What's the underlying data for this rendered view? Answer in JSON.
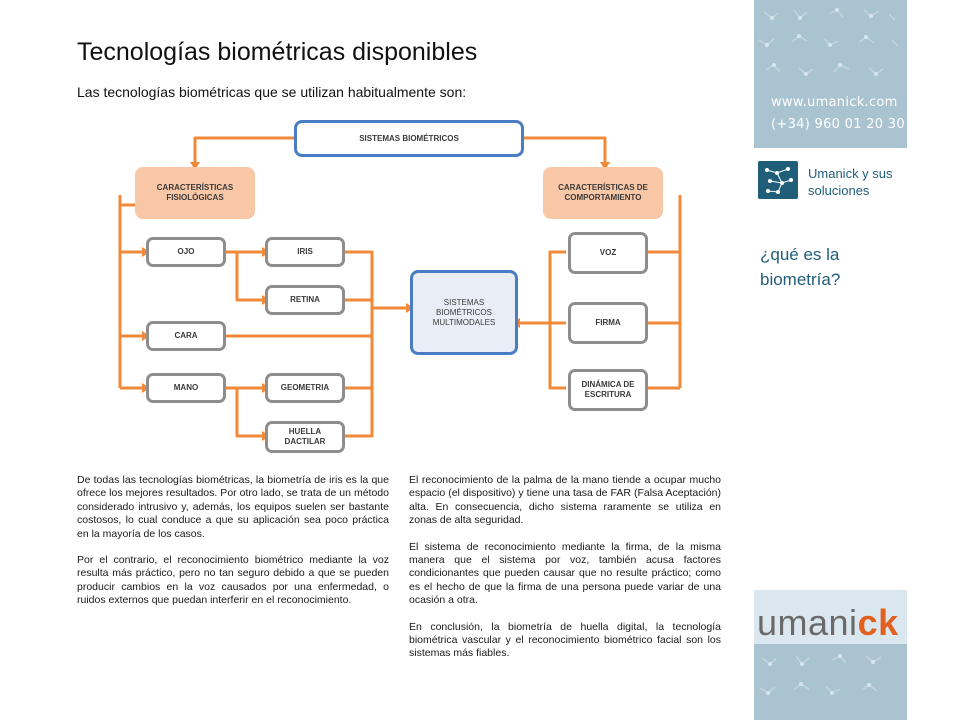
{
  "header": {
    "title": "Tecnologías biométricas disponibles",
    "subtitle": "Las tecnologías biométricas que se utilizan habitualmente son:"
  },
  "diagram": {
    "top": "SISTEMAS BIOMÉTRICOS",
    "left_category": "CARACTERÍSTICAS\nFISIOLÓGICAS",
    "right_category": "CARACTERÍSTICAS DE\nCOMPORTAMIENTO",
    "center": "SISTEMAS\nBIOMÉTRICOS\nMULTIMODALES",
    "ojo": "OJO",
    "iris": "IRIS",
    "retina": "RETINA",
    "cara": "CARA",
    "mano": "MANO",
    "geometria": "GEOMETRIA",
    "huella": "HUELLA\nDACTILAR",
    "voz": "VOZ",
    "firma": "FIRMA",
    "dinamica": "DINÁMICA DE\nESCRITURA"
  },
  "body": {
    "col1": [
      "De todas las tecnologías biométricas, la biometría de iris es la que ofrece los mejores resultados. Por otro lado, se trata de un método considerado intrusivo y, además, los equipos suelen ser bastante costosos, lo cual conduce a que su aplicación sea poco práctica en la mayoría de los casos.",
      "Por el contrario, el reconocimiento biométrico mediante la voz resulta más práctico, pero no tan seguro debido a que se pueden producir  cambios en la voz causados por una enfermedad, o ruidos externos que puedan interferir en el reconocimiento."
    ],
    "col2": [
      "El reconocimiento de la palma de la mano tiende a ocupar mucho espacio (el dispositivo) y tiene una tasa de FAR (Falsa Aceptación) alta. En consecuencia, dicho sistema raramente se utiliza en zonas de alta seguridad.",
      "El sistema de reconocimiento mediante la firma, de la misma manera que el sistema por voz, también acusa factores condicionantes que pueden causar que no resulte práctico; como es el hecho de que la firma de una persona puede variar de una ocasión a otra.",
      "En conclusión, la biometría de huella digital, la tecnología biométrica vascular y el reconocimiento biométrico facial son los sistemas más fiables."
    ]
  },
  "sidebar": {
    "website": "www.umanick.com",
    "phone": "(+34) 960 01 20 30",
    "link": "Umanick y sus soluciones",
    "question": "¿qué es la biometría?",
    "brand_main": "umanick",
    "brand_accent": "ck",
    "brand_base": "umani"
  },
  "colors": {
    "orange": "#f08a3a",
    "blue": "#4a7dc4",
    "gray": "#8e8e8e",
    "teal": "#1f5d79",
    "panel": "#a9c3d1"
  }
}
